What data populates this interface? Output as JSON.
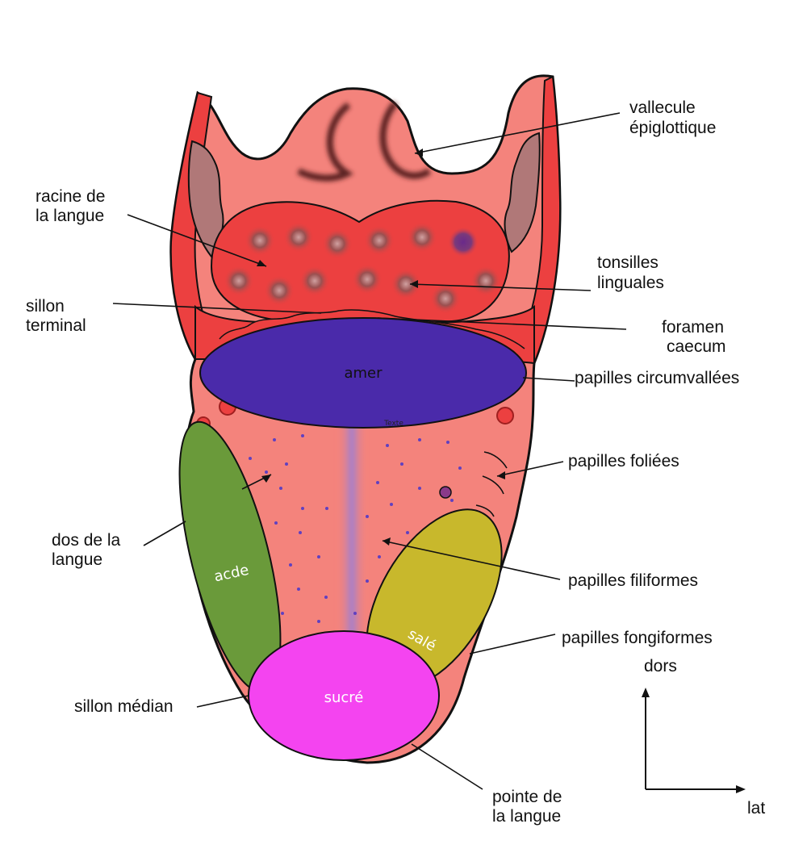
{
  "labels": {
    "vallecule": [
      "vallecule",
      "épiglottique"
    ],
    "racine": [
      "racine de",
      "la langue"
    ],
    "tonsilles": [
      "tonsilles",
      "linguales"
    ],
    "sillon_terminal": [
      "sillon",
      "terminal"
    ],
    "foramen": [
      "foramen",
      "caecum"
    ],
    "circumvallees": "papilles circumvallées",
    "foliees": "papilles foliées",
    "dos": [
      "dos de la",
      "langue"
    ],
    "filiformes": "papilles filiformes",
    "fongiformes": "papilles fongiformes",
    "sillon_median": "sillon médian",
    "pointe": [
      "pointe de",
      "la langue"
    ]
  },
  "zones": {
    "amer": "amer",
    "acide": "acde",
    "sale": "salé",
    "sucre": "sucré",
    "texte": "Texte"
  },
  "axes": {
    "dors": "dors",
    "lat": "lat"
  },
  "colors": {
    "tongue": "#f4837c",
    "root": "#ec4040",
    "outline": "#111111",
    "amer": "#4a2aaa",
    "acide": "#6a9a3a",
    "sale": "#c8b82c",
    "sucre": "#f444f0",
    "median": "#a080d0",
    "dots": "#6040c0"
  }
}
